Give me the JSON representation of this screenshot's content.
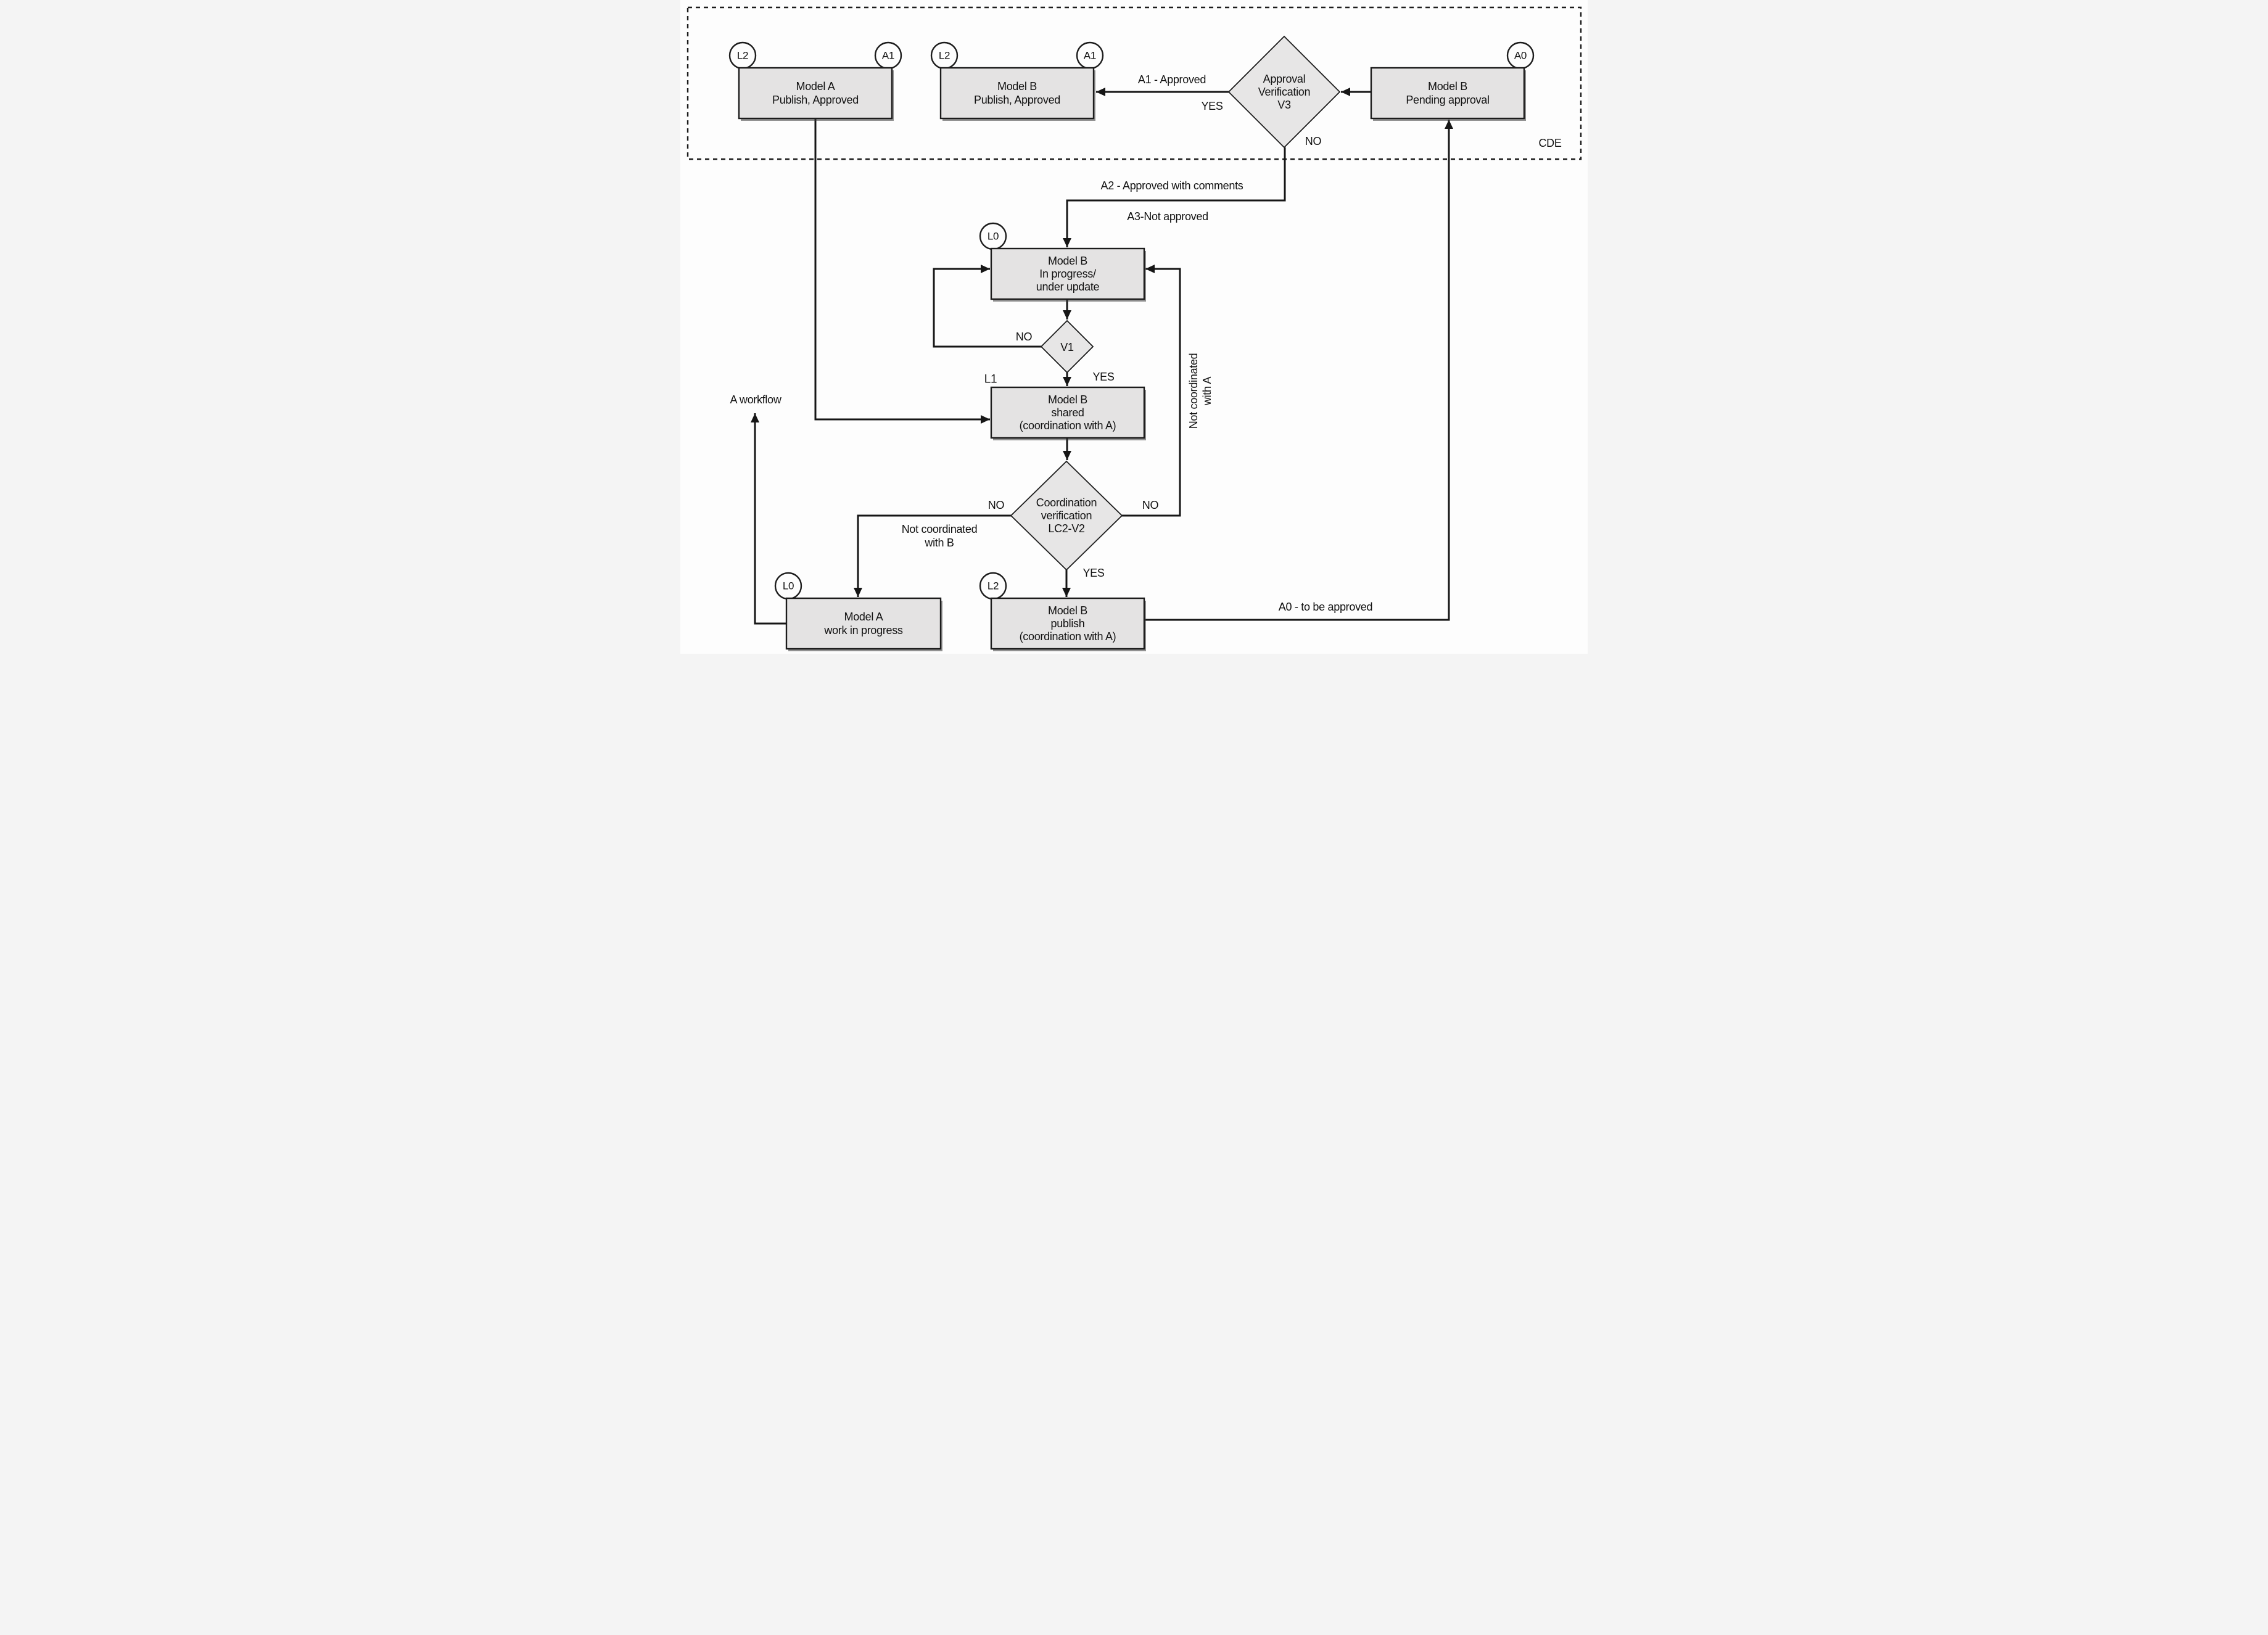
{
  "container": {
    "label": "CDE"
  },
  "nodes": {
    "model_a_published": {
      "lines": [
        "Model A",
        "Publish, Approved"
      ],
      "badges": [
        "L2",
        "A1"
      ]
    },
    "model_b_published": {
      "lines": [
        "Model B",
        "Publish, Approved"
      ],
      "badges": [
        "L2",
        "A1"
      ]
    },
    "model_b_pending": {
      "lines": [
        "Model B",
        "Pending approval"
      ],
      "badges": [
        "A0"
      ]
    },
    "model_b_in_progress": {
      "lines": [
        "Model B",
        "In progress/",
        "under update"
      ],
      "badges": [
        "L0"
      ]
    },
    "model_b_shared": {
      "lines": [
        "Model B",
        "shared",
        "(coordination with A)"
      ],
      "badge": "L1"
    },
    "model_a_wip": {
      "lines": [
        "Model A",
        "work in progress"
      ],
      "badges": [
        "L0"
      ]
    },
    "model_b_publish": {
      "lines": [
        "Model B",
        "publish",
        "(coordination with A)"
      ],
      "badges": [
        "L2"
      ]
    }
  },
  "decisions": {
    "approval_v3": {
      "lines": [
        "Approval",
        "Verification",
        "V3"
      ]
    },
    "v1": {
      "label": "V1"
    },
    "coordination_lc2_v2": {
      "lines": [
        "Coordination",
        "verification",
        "LC2-V2"
      ]
    }
  },
  "edges": {
    "a1_approved": "A1 - Approved",
    "yes_approval": "YES",
    "no_approval": "NO",
    "a2_approved_comments": "A2 - Approved with comments",
    "a3_not_approved": "A3-Not approved",
    "no_v1": "NO",
    "yes_v1": "YES",
    "no_coord_left": "NO",
    "not_coordinated_b": [
      "Not coordinated",
      "with B"
    ],
    "no_coord_right": "NO",
    "not_coordinated_a": [
      "Not coordinated",
      "with A"
    ],
    "yes_coord": "YES",
    "a0_to_be_approved": "A0 - to be approved",
    "a_workflow": "A workflow"
  },
  "colors": {
    "node_fill": "#e4e3e3",
    "line": "#161616",
    "background": "#fdfdfd"
  }
}
